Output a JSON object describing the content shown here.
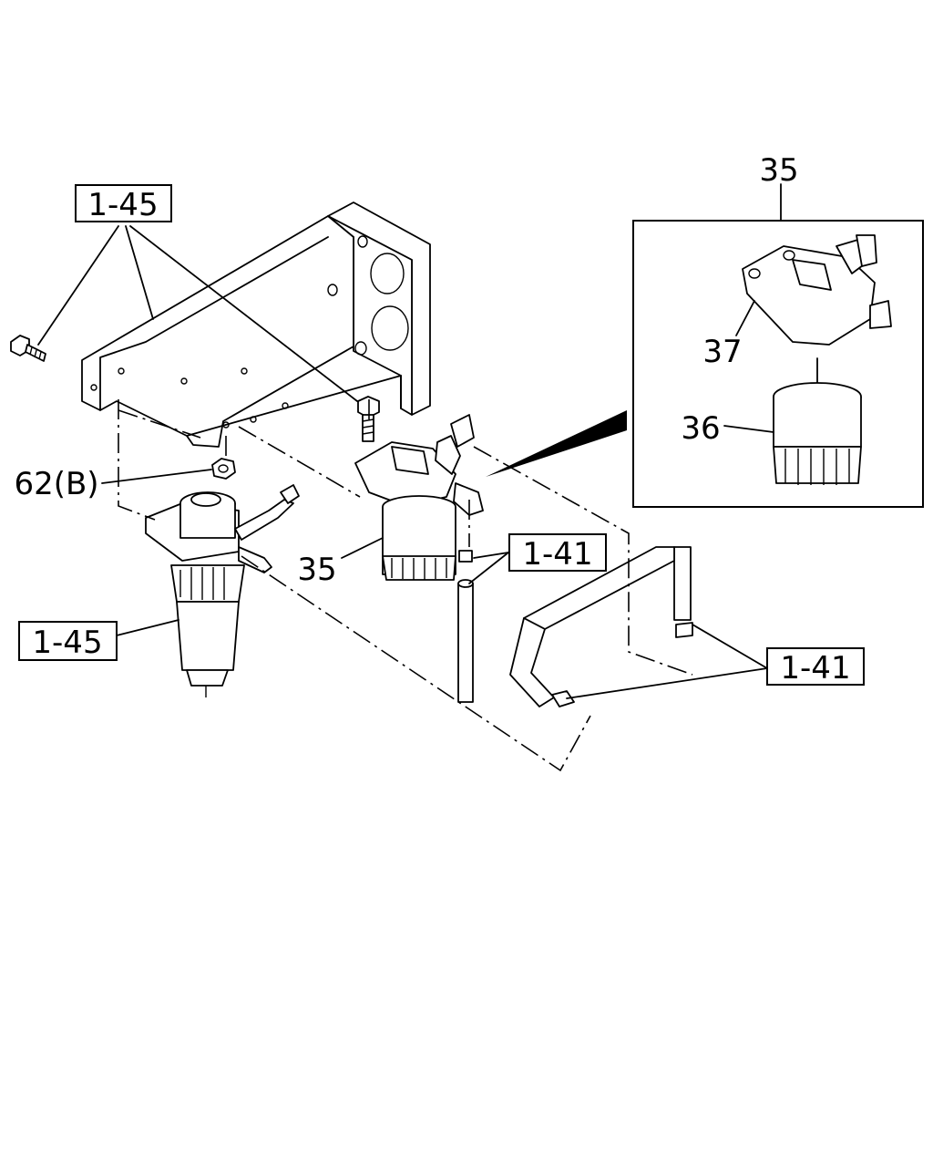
{
  "callouts": {
    "top_left_ref": "1-45",
    "inset_ref": "35",
    "inset_head": "37",
    "inset_filter": "36",
    "nut": "62(B)",
    "filter_main": "35",
    "hose_ref_center": "1-41",
    "left_filter_ref": "1-45",
    "hose_ref_right": "1-41"
  }
}
